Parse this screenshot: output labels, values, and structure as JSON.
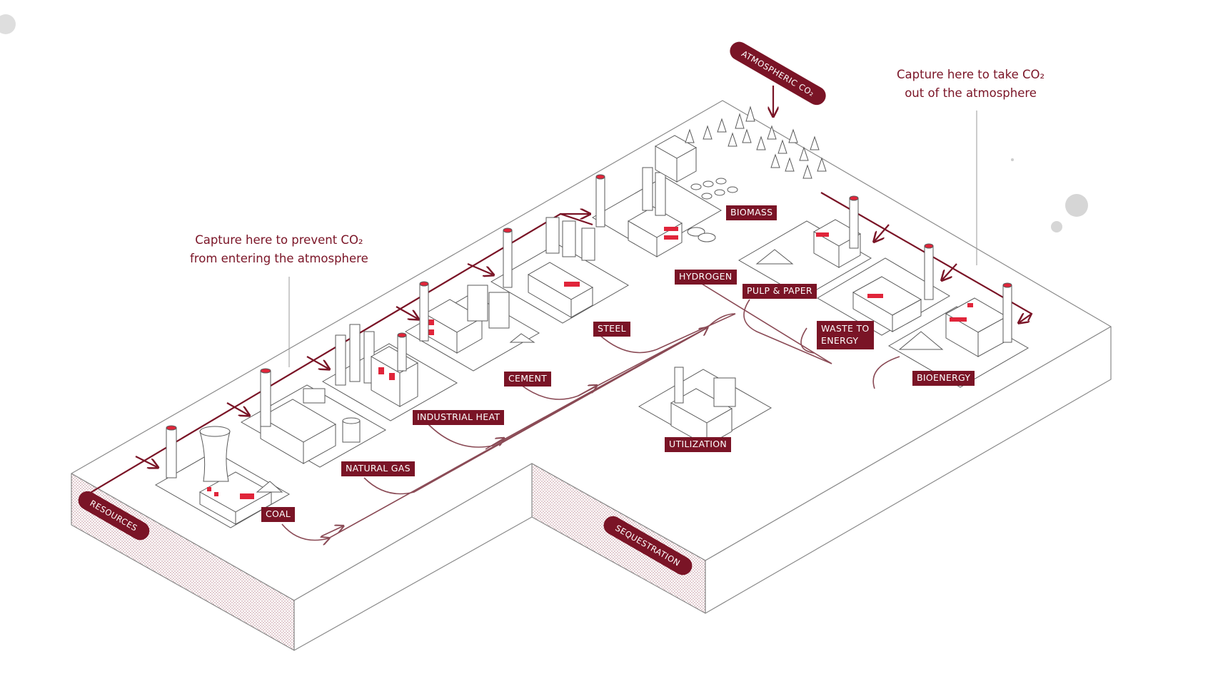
{
  "callouts": {
    "prevent_line1": "Capture here to prevent CO₂",
    "prevent_line2": "from entering the atmosphere",
    "take_line1": "Capture here to take CO₂",
    "take_line2": "out of the atmosphere"
  },
  "pills": {
    "resources": "RESOURCES",
    "sequestration": "SEQUESTRATION",
    "atmospheric": "ATMOSPHERIC CO₂"
  },
  "facilities": {
    "coal": "COAL",
    "natural_gas": "NATURAL GAS",
    "industrial_heat": "INDUSTRIAL HEAT",
    "cement": "CEMENT",
    "steel": "STEEL",
    "hydrogen": "HYDROGEN",
    "biomass": "BIOMASS",
    "pulp_paper": "PULP & PAPER",
    "waste_line1": "WASTE TO",
    "waste_line2": "ENERGY",
    "bioenergy": "BIOENERGY",
    "utilization": "UTILIZATION"
  },
  "colors": {
    "accent": "#7a1426",
    "red_fill": "#e0253a",
    "line": "#5a5a5a"
  }
}
